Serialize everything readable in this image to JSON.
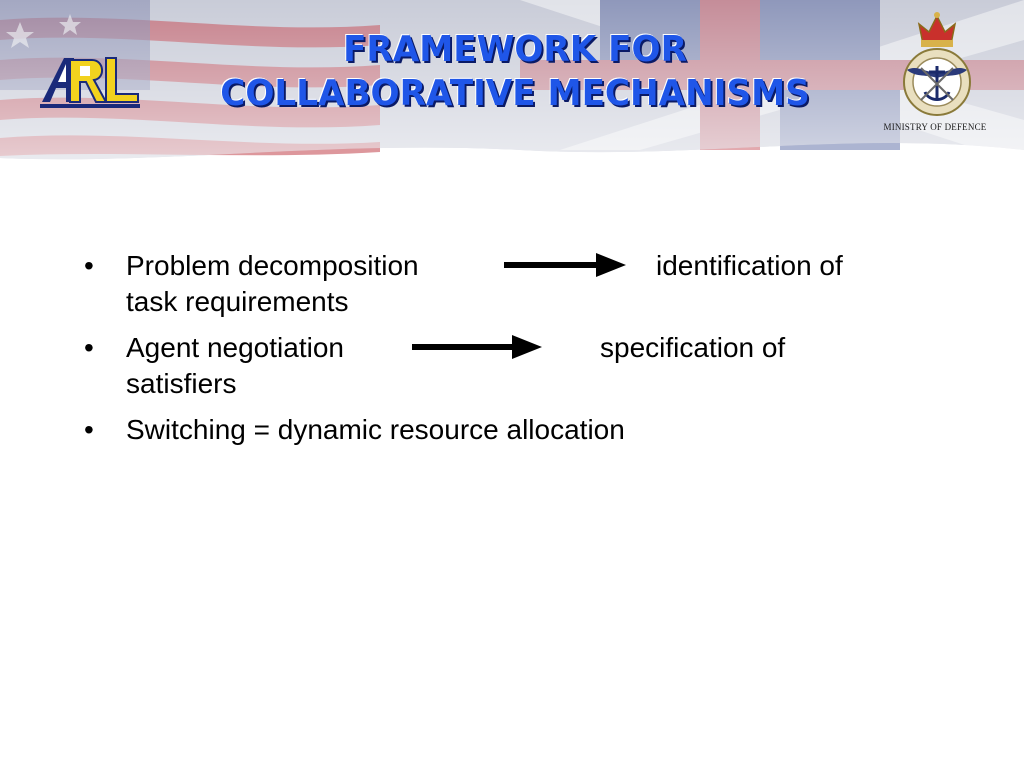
{
  "header": {
    "title_line1": "FRAMEWORK FOR",
    "title_line2": "COLLABORATIVE MECHANISMS",
    "org_label": "MINISTRY OF DEFENCE",
    "logo_text": "ARL",
    "title_color": "#1f56e8"
  },
  "bullets": [
    {
      "marker": "•",
      "left_text": "Problem decomposition",
      "right_text": "identification of",
      "continuation": "task requirements",
      "icon": "right-arrow-icon"
    },
    {
      "marker": "•",
      "left_text": "Agent negotiation",
      "right_text": "specification of",
      "continuation": "satisfiers",
      "icon": "right-arrow-icon"
    },
    {
      "marker": "•",
      "text": "Switching = dynamic resource allocation"
    }
  ]
}
